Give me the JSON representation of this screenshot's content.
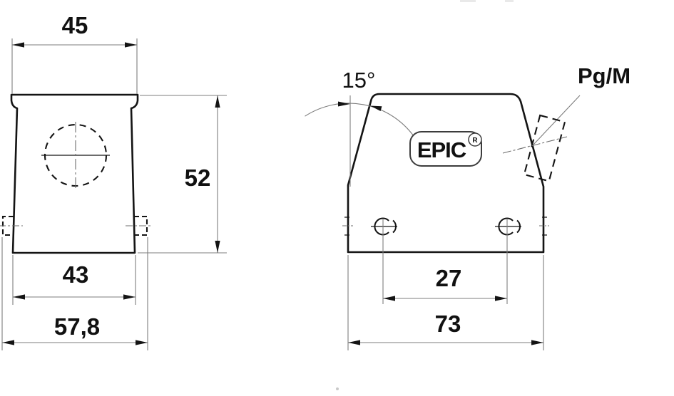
{
  "colors": {
    "background": "#ffffff",
    "outline": "#141414",
    "dimension_lines": "#7d7d7d",
    "text": "#111111"
  },
  "front_view": {
    "dims": {
      "flange_width": "45",
      "height": "52",
      "bottom_width": "43",
      "overall_width": "57,8"
    }
  },
  "side_view": {
    "dims": {
      "angle": "15°",
      "hole_spacing": "27",
      "width": "73"
    },
    "cable_entry_label": "Pg/M",
    "logo": {
      "text": "EPIC",
      "registered_mark": "R"
    }
  }
}
